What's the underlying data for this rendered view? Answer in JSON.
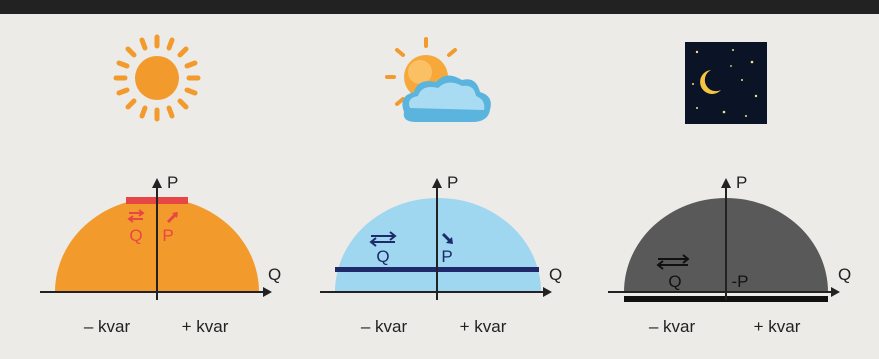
{
  "colors": {
    "sunny_fill": "#f39a2d",
    "sunny_accent": "#e84646",
    "cloudy_fill": "#9fd6f0",
    "cloudy_accent": "#1e2a6a",
    "night_fill": "#595959",
    "night_accent": "#111111",
    "night_sky": "#0b1326",
    "moon": "#f5c542"
  },
  "panels": [
    {
      "icon": "sun-icon",
      "axis_p": "P",
      "axis_q": "Q",
      "inner_q": "Q",
      "inner_p": "P",
      "neg_label": "– kvar",
      "pos_label": "+ kvar"
    },
    {
      "icon": "sun-behind-cloud-icon",
      "axis_p": "P",
      "axis_q": "Q",
      "inner_q": "Q",
      "inner_p": "P",
      "neg_label": "– kvar",
      "pos_label": "+ kvar"
    },
    {
      "icon": "night-moon-icon",
      "axis_p": "P",
      "axis_q": "Q",
      "inner_q": "Q",
      "inner_p": "-P",
      "neg_label": "– kvar",
      "pos_label": "+ kvar"
    }
  ]
}
